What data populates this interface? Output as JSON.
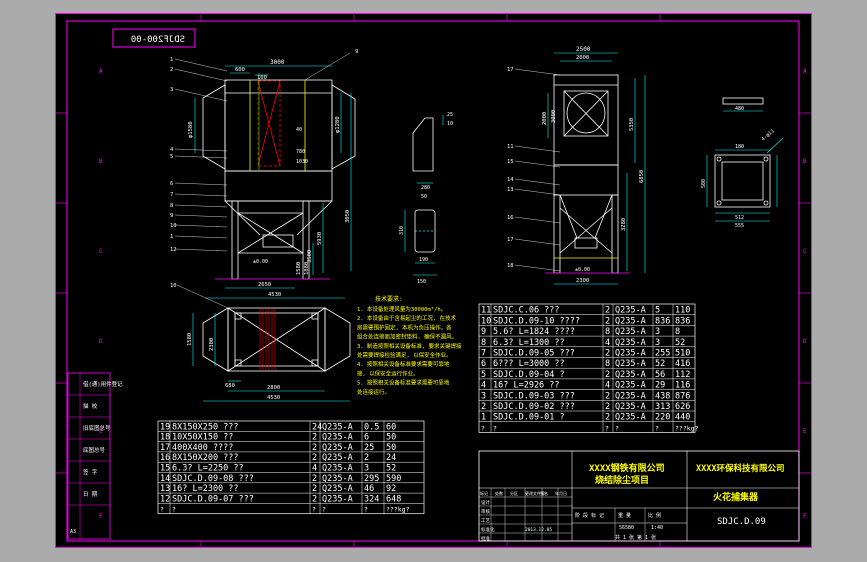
{
  "drawing_no_mirrored": "SDJF200-00",
  "grid_letters": [
    "A",
    "B",
    "C",
    "D",
    "E",
    "F"
  ],
  "views": {
    "front": {
      "dims_top": [
        "3000",
        "600",
        "100"
      ],
      "dims_left": [
        "φ1580"
      ],
      "dims_right": [
        "φ1280",
        "3050",
        "5930",
        "3500",
        "1880",
        "1580"
      ],
      "dims_inner": [
        "40",
        "780",
        "1030"
      ],
      "elev": [
        "±0.00"
      ],
      "dims_bottom": [
        "2650",
        "4530"
      ],
      "callouts": [
        "1",
        "2",
        "3",
        "4",
        "5",
        "6",
        "7",
        "8",
        "9",
        "10",
        "1",
        "12"
      ]
    },
    "side": {
      "dims_top": [
        "2500",
        "2000"
      ],
      "dims_left": [
        "2000",
        "3000"
      ],
      "dims_right": [
        "5350",
        "6850",
        "3280"
      ],
      "dims_bottom": [
        "2300"
      ],
      "elev": [
        "±0.00"
      ],
      "callouts": [
        "17",
        "11",
        "15",
        "14",
        "13",
        "16",
        "17",
        "18"
      ]
    },
    "plan": {
      "dims_left": [
        "1580",
        "2300"
      ],
      "dims_bottom": [
        "680",
        "2800",
        "4530"
      ],
      "callouts": [
        "10",
        "9"
      ]
    },
    "detail_a": {
      "dims": [
        "25",
        "10",
        "280",
        "50",
        "310",
        "190",
        "150"
      ]
    },
    "detail_b": {
      "dims": [
        "480",
        "180",
        "500",
        "512",
        "555"
      ],
      "label": "4-φ11"
    }
  },
  "tech_notes": {
    "title": "技术要求:",
    "lines": [
      "1. 本设备处理风量为30000m³/h。",
      "2. 本设备由于含易起尘的工况, 在技术",
      "房需要围护固定, 本机为负压操作。各",
      "组合处连接面加密封垫料, 确保不漏风。",
      "3. 制造按照相关设备标准, 要求关键焊接",
      "处需要焊接检验满足, 以保安全作业。",
      "4. 按照相关设备标准要求需要可靠地",
      "接, 以保安全运行作业。",
      "5. 按照相关设备标准要求需要可靠地",
      "处连接运行。"
    ]
  },
  "bom_right": [
    [
      "11",
      "SDJC.C.06 ???",
      "2",
      "Q235-A",
      "5",
      "110"
    ],
    [
      "10",
      "SDJC.D.09-10 ????",
      "2",
      "Q235-A",
      "836",
      "836"
    ],
    [
      "9",
      "5.6? L=1824 ????",
      "8",
      "Q235-A",
      "3",
      "8"
    ],
    [
      "8",
      "6.3? L=1300 ??",
      "4",
      "Q235-A",
      "3",
      "52"
    ],
    [
      "7",
      "SDJC.D.09-05 ???",
      "2",
      "Q235-A",
      "255",
      "510"
    ],
    [
      "6",
      "6??? L=3000 ??",
      "8",
      "Q235-A",
      "52",
      "416"
    ],
    [
      "5",
      "SDJC.D.09-04 ?",
      "2",
      "Q235-A",
      "56",
      "112"
    ],
    [
      "4",
      "16? L=2926 ??",
      "4",
      "Q235-A",
      "29",
      "116"
    ],
    [
      "3",
      "SDJC.D.09-03 ???",
      "2",
      "Q235-A",
      "438",
      "876"
    ],
    [
      "2",
      "SDJC.D.09-02 ???",
      "2",
      "Q235-A",
      "313",
      "626"
    ],
    [
      "1",
      "SDJC.D.09-01 ?",
      "2",
      "Q235-A",
      "220",
      "440"
    ]
  ],
  "bom_right_header": [
    "?",
    "?",
    "?",
    "?",
    "?",
    "???kg?"
  ],
  "bom_left": [
    [
      "19",
      "8X150X250 ???",
      "24",
      "Q235-A",
      "0.5",
      "60"
    ],
    [
      "18",
      "10X50X150 ??",
      "2",
      "Q235-A",
      "6",
      "50"
    ],
    [
      "17",
      "400X400 ????",
      "2",
      "Q235-A",
      "25",
      "50"
    ],
    [
      "16",
      "8X150X200 ???",
      "2",
      "Q235-A",
      "2",
      "24"
    ],
    [
      "15",
      "6.3? L=2250 ??",
      "4",
      "Q235-A",
      "3",
      "52"
    ],
    [
      "14",
      "SDJC.D.09-08 ???",
      "2",
      "Q235-A",
      "295",
      "590"
    ],
    [
      "13",
      "16? L=2300 ??",
      "2",
      "Q235-A",
      "46",
      "92"
    ],
    [
      "12",
      "SDJC.D.09-07 ???",
      "2",
      "Q235-A",
      "324",
      "648"
    ]
  ],
  "bom_left_header": [
    "?",
    "?",
    "?",
    "?",
    "?",
    "???kg?"
  ],
  "left_stamp": [
    "借(通)用件登记",
    "描   校",
    "旧底图总号",
    "底图总号",
    "签   字",
    "日   期"
  ],
  "title_block": {
    "company_left": "XXXX钢铁有限公司",
    "project": "烧结除尘项目",
    "company_right": "XXXX环保科技有限公司",
    "drawing_name": "火花捕集器",
    "drawing_no": "SDJC.D.09",
    "weight": "56580",
    "scale": "1:40",
    "sheet": "共 1 张   第 1 张",
    "date": "2013.12.05",
    "size": "A3",
    "sign_rows": [
      "标记",
      "处数",
      "分区",
      "更改文件号",
      "签名",
      "年月日"
    ],
    "sign_roles": [
      "设计",
      "审核",
      "工艺",
      "标准化",
      "批准"
    ],
    "labels": [
      "阶 段 标 记",
      "重 量",
      "比 例"
    ]
  },
  "colors": {
    "line": "#ff00ff",
    "cyan": "#00ffff",
    "white": "#ffffff",
    "yellow": "#ffff00",
    "green": "#00ff00",
    "red": "#ff0000",
    "bg": "#000000",
    "frame": "#ababab"
  }
}
